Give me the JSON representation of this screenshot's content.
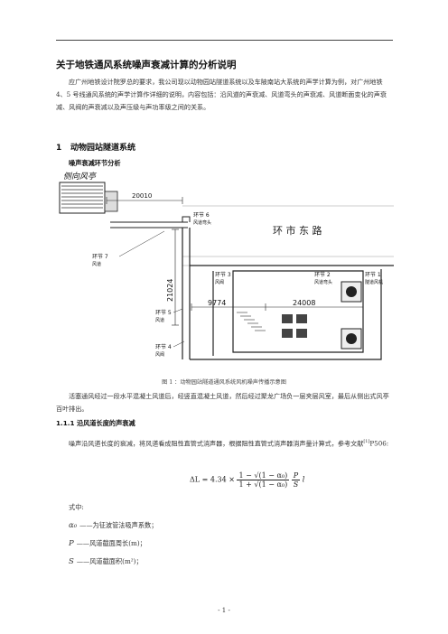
{
  "title": "关于地铁通风系统噪声衰减计算的分析说明",
  "intro": "应广州地铁设计院罗总的要求，我公司现以动物园站隧道系统以及车陂南站大系统的声学计算为例，对广州地铁 4、5 号线通风系统的声学计算作详细的说明，内容包括：沿风道的声衰减、风道弯头的声衰减、风道断面变化的声衰减、风阀的声衰减以及声压级与声功率级之间的关系。",
  "section1": {
    "number": "1",
    "title": "动物园站隧道系统"
  },
  "subsection": "噪声衰减环节分析",
  "figure": {
    "pavilion_label": "侧向风亭",
    "dim_top": "20010",
    "dim_vertical": "21024",
    "dim_left": "9774",
    "dim_right": "24008",
    "road_label": "环  市  东  路",
    "links": [
      {
        "no": "环节 6",
        "desc": "风道弯头"
      },
      {
        "no": "环节 7",
        "desc": "风道"
      },
      {
        "no": "环节 3",
        "desc": "风阀"
      },
      {
        "no": "环节 2",
        "desc": "风道弯头"
      },
      {
        "no": "环节 1",
        "desc": "隧道风机"
      },
      {
        "no": "环节 5",
        "desc": "风道"
      },
      {
        "no": "环节 4",
        "desc": "风阀"
      }
    ]
  },
  "caption": "图 1 ：动物园站隧道通风系统风机噪声传播示意图",
  "para2": "活塞通风经过一段水平混凝土风道后，经竖直混凝土风道，然后经过聚龙广场负一层夹层风室，最后从侧出式风亭百叶排出。",
  "section111": "1.1.1  沿风道长度的声衰减",
  "para3": "噪声沿风道长度的衰减，将风道看成阻性直管式消声器，根据阻性直管式消声器消声量计算式，参考文献",
  "ref": "[1]",
  "ref_page": "P506:",
  "formula": {
    "lhs": "ΔL = 4.34 ×",
    "num": "1 − √(1 − α₀)",
    "den": "1 + √(1 − α₀)",
    "rhs_num": "P",
    "rhs_den": "S",
    "tail": "l"
  },
  "where": "式中:",
  "defs": [
    {
      "sym": "α₀",
      "text": "——为征波管法吸声系数；"
    },
    {
      "sym": "P",
      "text": "——风道截面周长(m)；"
    },
    {
      "sym": "S",
      "text": "——风道截面积(m²)；"
    }
  ],
  "page_number": "- 1 -"
}
